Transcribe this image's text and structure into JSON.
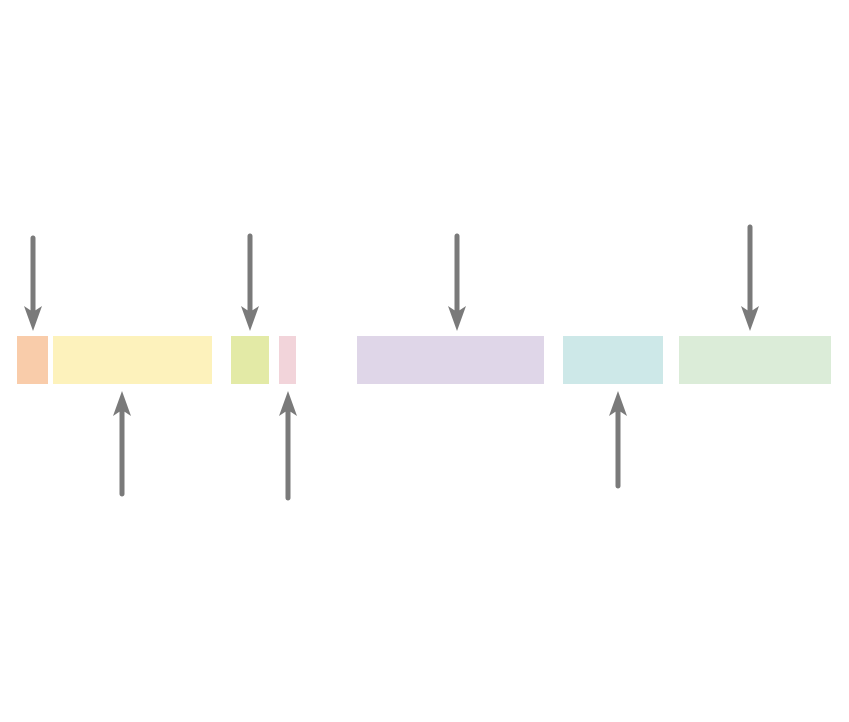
{
  "segments": [
    {
      "name": "segment-1",
      "color": "#f9ccaa"
    },
    {
      "name": "segment-2",
      "color": "#fdf2bc"
    },
    {
      "name": "segment-3",
      "color": "#e3eaa6"
    },
    {
      "name": "segment-4",
      "color": "#f2d4da"
    },
    {
      "name": "segment-5",
      "color": "#dfd6e8"
    },
    {
      "name": "segment-6",
      "color": "#cde8e8"
    },
    {
      "name": "segment-7",
      "color": "#dbecd8"
    }
  ],
  "arrows": [
    {
      "name": "arrow-down-1",
      "direction": "down"
    },
    {
      "name": "arrow-up-1",
      "direction": "up"
    },
    {
      "name": "arrow-down-2",
      "direction": "down"
    },
    {
      "name": "arrow-up-2",
      "direction": "up"
    },
    {
      "name": "arrow-down-3",
      "direction": "down"
    },
    {
      "name": "arrow-up-3",
      "direction": "up"
    },
    {
      "name": "arrow-down-4",
      "direction": "down"
    }
  ],
  "arrow_color": "#7a7a7a"
}
